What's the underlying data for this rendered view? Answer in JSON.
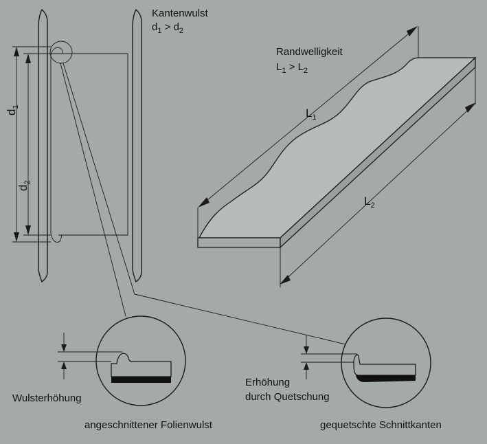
{
  "labels": {
    "kantenwulst": "Kantenwulst",
    "d_relation": {
      "a": "d",
      "a_sub": "1",
      "op": " > ",
      "b": "d",
      "b_sub": "2"
    },
    "randwelligkeit": "Randwelligkeit",
    "l_relation": {
      "a": "L",
      "a_sub": "1",
      "op": " > ",
      "b": "L",
      "b_sub": "2"
    },
    "d1": {
      "base": "d",
      "sub": "1"
    },
    "d2": {
      "base": "d",
      "sub": "2"
    },
    "L1": {
      "base": "L",
      "sub": "1"
    },
    "L2": {
      "base": "L",
      "sub": "2"
    },
    "wulsterhoehung": "Wulsterhöhung",
    "erhoehung_line1": "Erhöhung",
    "erhoehung_line2": "durch Quetschung",
    "caption_left": "angeschnittener Folienwulst",
    "caption_right": "gequetschte Schnittkanten"
  },
  "colors": {
    "background": "#a4aba7",
    "ink": "#1a1a1a",
    "film_fill": "#b5bbb6"
  }
}
